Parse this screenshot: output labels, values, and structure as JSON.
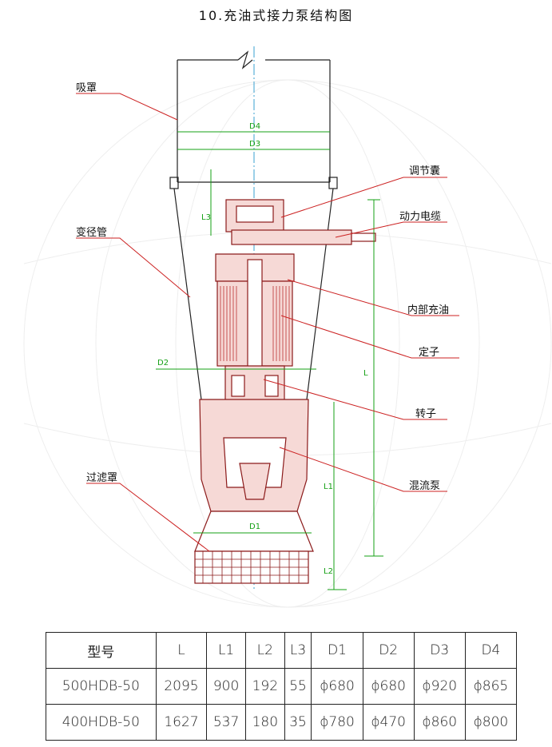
{
  "title": "10.充油式接力泵结构图",
  "colors": {
    "line": "#8b1a1a",
    "dim": "#15a015",
    "center": "#3aa0d0",
    "hatch": "#c44",
    "body": "#f6d9d6",
    "frame": "#222"
  },
  "callouts": {
    "xizhao": "吸罩",
    "tiaojienang": "调节囊",
    "dongli_dianlan": "动力电缆",
    "bianjingguan": "变径管",
    "neibu_chongyou": "内部充油",
    "dingzi": "定子",
    "zhuanzi": "转子",
    "hunliubeng": "混流泵",
    "guolvzhao": "过滤罩"
  },
  "dimensions": {
    "D4": "D4",
    "D3": "D3",
    "D2": "D2",
    "D1": "D1",
    "L": "L",
    "L1": "L1",
    "L2": "L2",
    "L3": "L3"
  },
  "table": {
    "headers": [
      "型号",
      "L",
      "L1",
      "L2",
      "L3",
      "D1",
      "D2",
      "D3",
      "D4"
    ],
    "rows": [
      [
        "500HDB-50",
        "2095",
        "900",
        "192",
        "55",
        "ϕ680",
        "ϕ680",
        "ϕ920",
        "ϕ865"
      ],
      [
        "400HDB-50",
        "1627",
        "537",
        "180",
        "35",
        "ϕ780",
        "ϕ470",
        "ϕ860",
        "ϕ800"
      ]
    ]
  }
}
